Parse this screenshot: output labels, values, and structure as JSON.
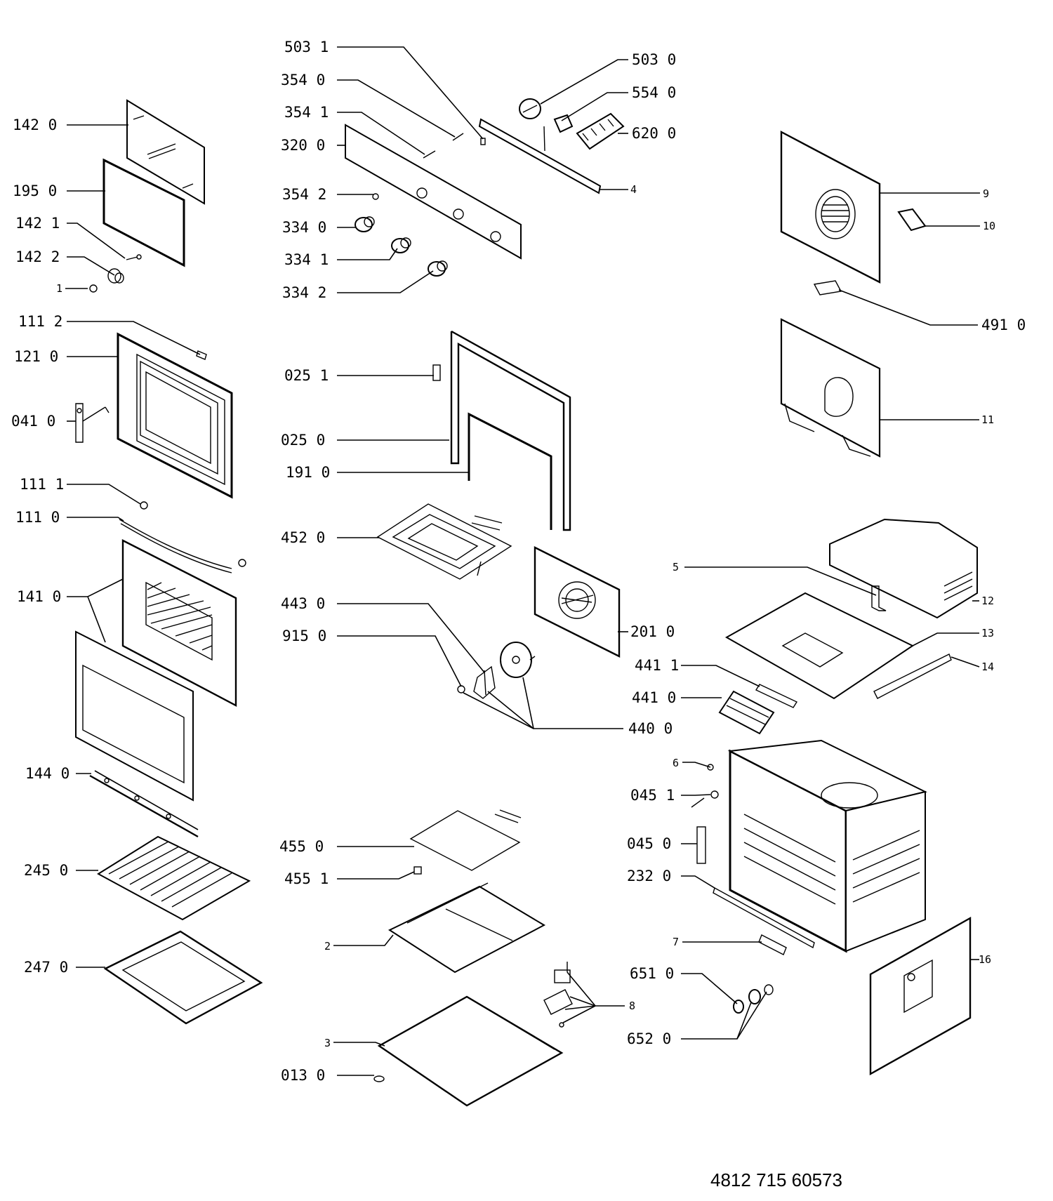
{
  "labels": {
    "l142_0": "142  0",
    "l195_0": "195  0",
    "l142_1": "142  1",
    "l142_2": "142  2",
    "l1": "1",
    "l111_2": "111  2",
    "l121_0": "121  0",
    "l041_0": "041  0",
    "l111_1": "111  1",
    "l111_0": "111  0",
    "l141_0": "141  0",
    "l144_0": "144  0",
    "l245_0": "245  0",
    "l247_0": "247  0",
    "l503_1": "503  1",
    "l354_0": "354  0",
    "l354_1": "354  1",
    "l320_0": "320  0",
    "l354_2": "354  2",
    "l334_0": "334  0",
    "l334_1": "334  1",
    "l334_2": "334  2",
    "l025_1": "025  1",
    "l025_0": "025  0",
    "l191_0": "191  0",
    "l452_0": "452  0",
    "l443_0": "443  0",
    "l915_0": "915  0",
    "l455_0": "455  0",
    "l455_1": "455  1",
    "l2": "2",
    "l3": "3",
    "l013_0": "013  0",
    "l503_0": "503  0",
    "l554_0": "554  0",
    "l620_0": "620  0",
    "l4": "4",
    "l201_0": "201  0",
    "l440_0": "440  0",
    "l8": "8",
    "l9": "9",
    "l10": "10",
    "l491_0": "491  0",
    "l11": "11",
    "l5": "5",
    "l12": "12",
    "l13": "13",
    "l14": "14",
    "l441_1": "441  1",
    "l441_0": "441  0",
    "l6": "6",
    "l045_1": "045  1",
    "l045_0": "045  0",
    "l232_0": "232  0",
    "l7": "7",
    "l651_0": "651  0",
    "l652_0": "652  0",
    "l16": "16"
  },
  "document_number": "4812 715 60573"
}
